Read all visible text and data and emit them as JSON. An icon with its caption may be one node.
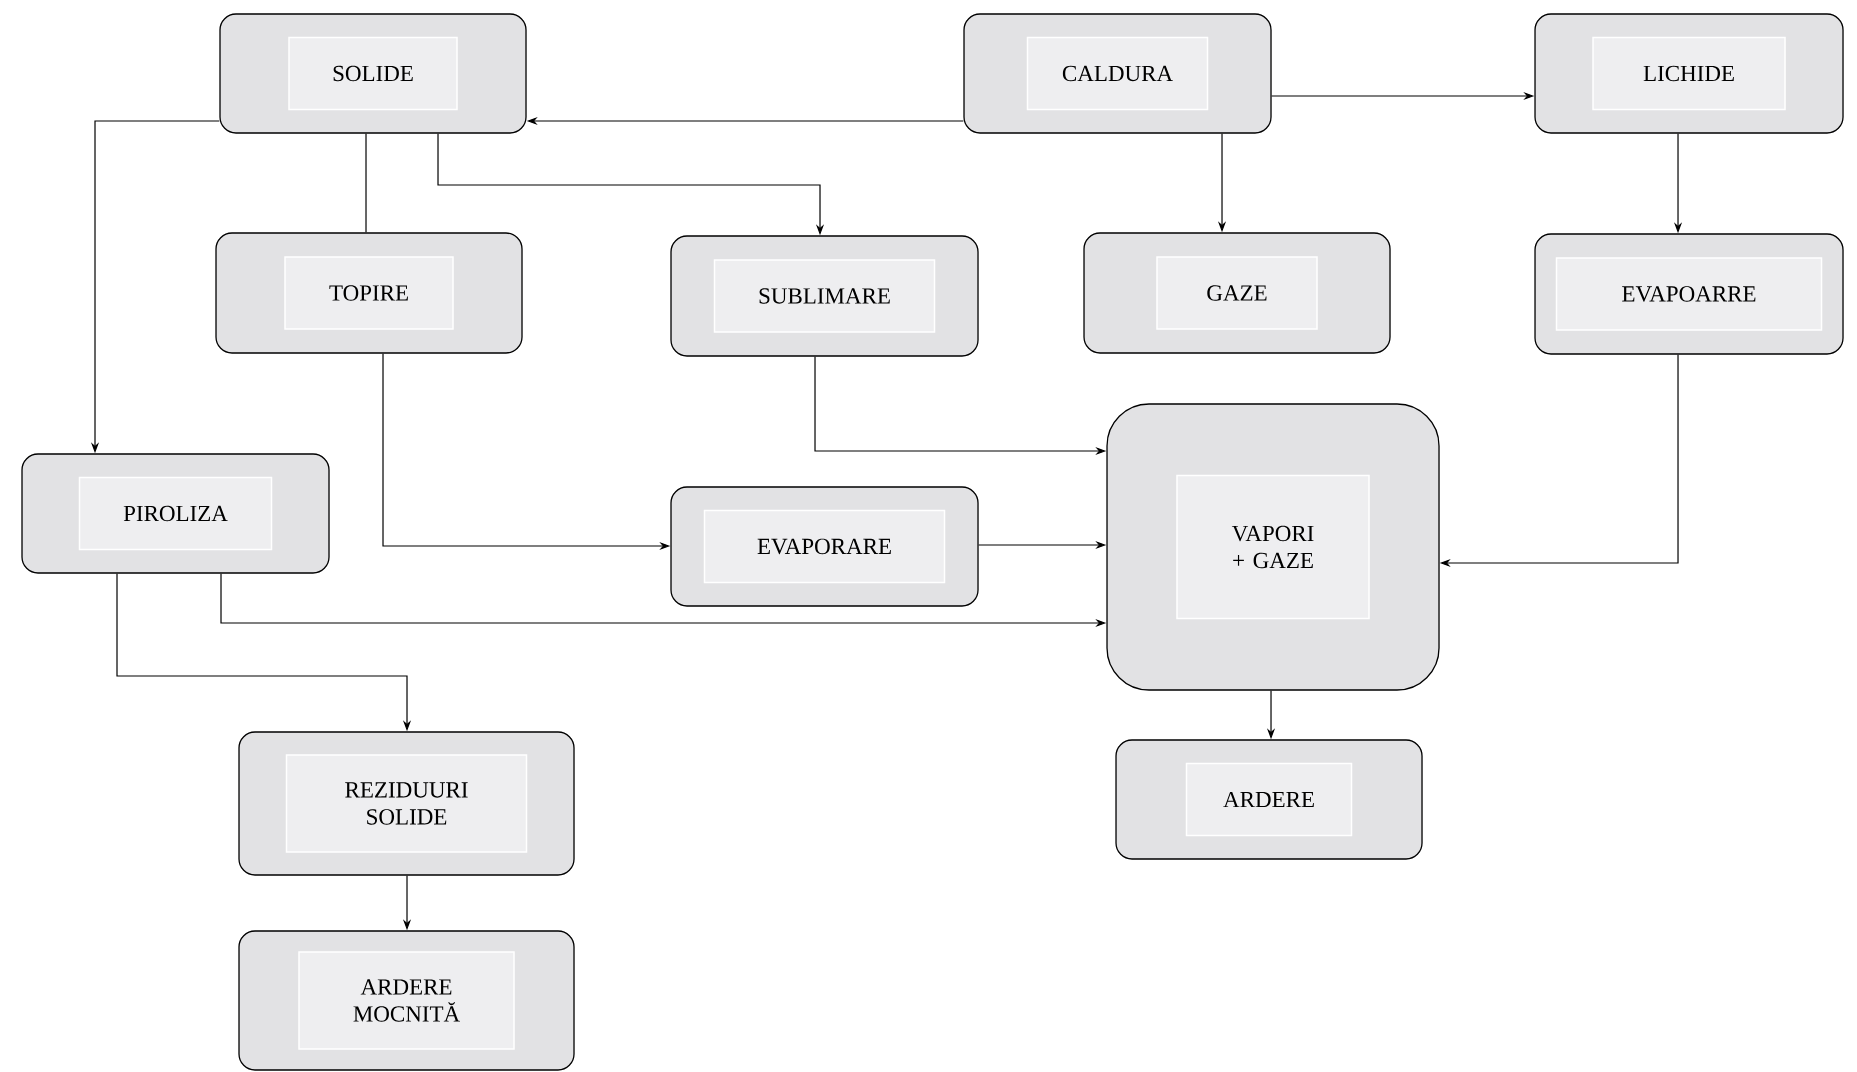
{
  "diagram": {
    "nodes": [
      {
        "text": [
          "SOLIDE"
        ]
      },
      {
        "text": [
          "CALDURA"
        ]
      },
      {
        "text": [
          "LICHIDE"
        ]
      },
      {
        "text": [
          "TOPIRE"
        ]
      },
      {
        "text": [
          "SUBLIMARE"
        ]
      },
      {
        "text": [
          "GAZE"
        ]
      },
      {
        "text": [
          "EVAPOARRE"
        ]
      },
      {
        "text": [
          "PIROLIZA"
        ]
      },
      {
        "text": [
          "EVAPORARE"
        ]
      },
      {
        "text": [
          "VAPORI + GAZE"
        ]
      },
      {
        "text": [
          "REZIDUURI SOLIDE"
        ]
      },
      {
        "text": [
          "ARDERE"
        ]
      },
      {
        "text": [
          "ARDERE MOCNITĂ"
        ]
      }
    ],
    "edges": [
      {
        "from": 1,
        "to": 0,
        "arrow": "to"
      },
      {
        "from": 1,
        "to": 2,
        "arrow": "to"
      },
      {
        "from": 1,
        "to": 5,
        "arrow": "to"
      },
      {
        "from": 0,
        "to": 3,
        "arrow": "none"
      },
      {
        "from": 0,
        "to": 4,
        "arrow": "to"
      },
      {
        "from": 0,
        "to": 7,
        "arrow": "to"
      },
      {
        "from": 2,
        "to": 6,
        "arrow": "to"
      },
      {
        "from": 3,
        "to": 8,
        "arrow": "to"
      },
      {
        "from": 4,
        "to": 9,
        "arrow": "to"
      },
      {
        "from": 8,
        "to": 9,
        "arrow": "to"
      },
      {
        "from": 6,
        "to": 9,
        "arrow": "to"
      },
      {
        "from": 7,
        "to": 9,
        "arrow": "to"
      },
      {
        "from": 7,
        "to": 10,
        "arrow": "to"
      },
      {
        "from": 10,
        "to": 12,
        "arrow": "to"
      },
      {
        "from": 9,
        "to": 11,
        "arrow": "to"
      }
    ]
  }
}
